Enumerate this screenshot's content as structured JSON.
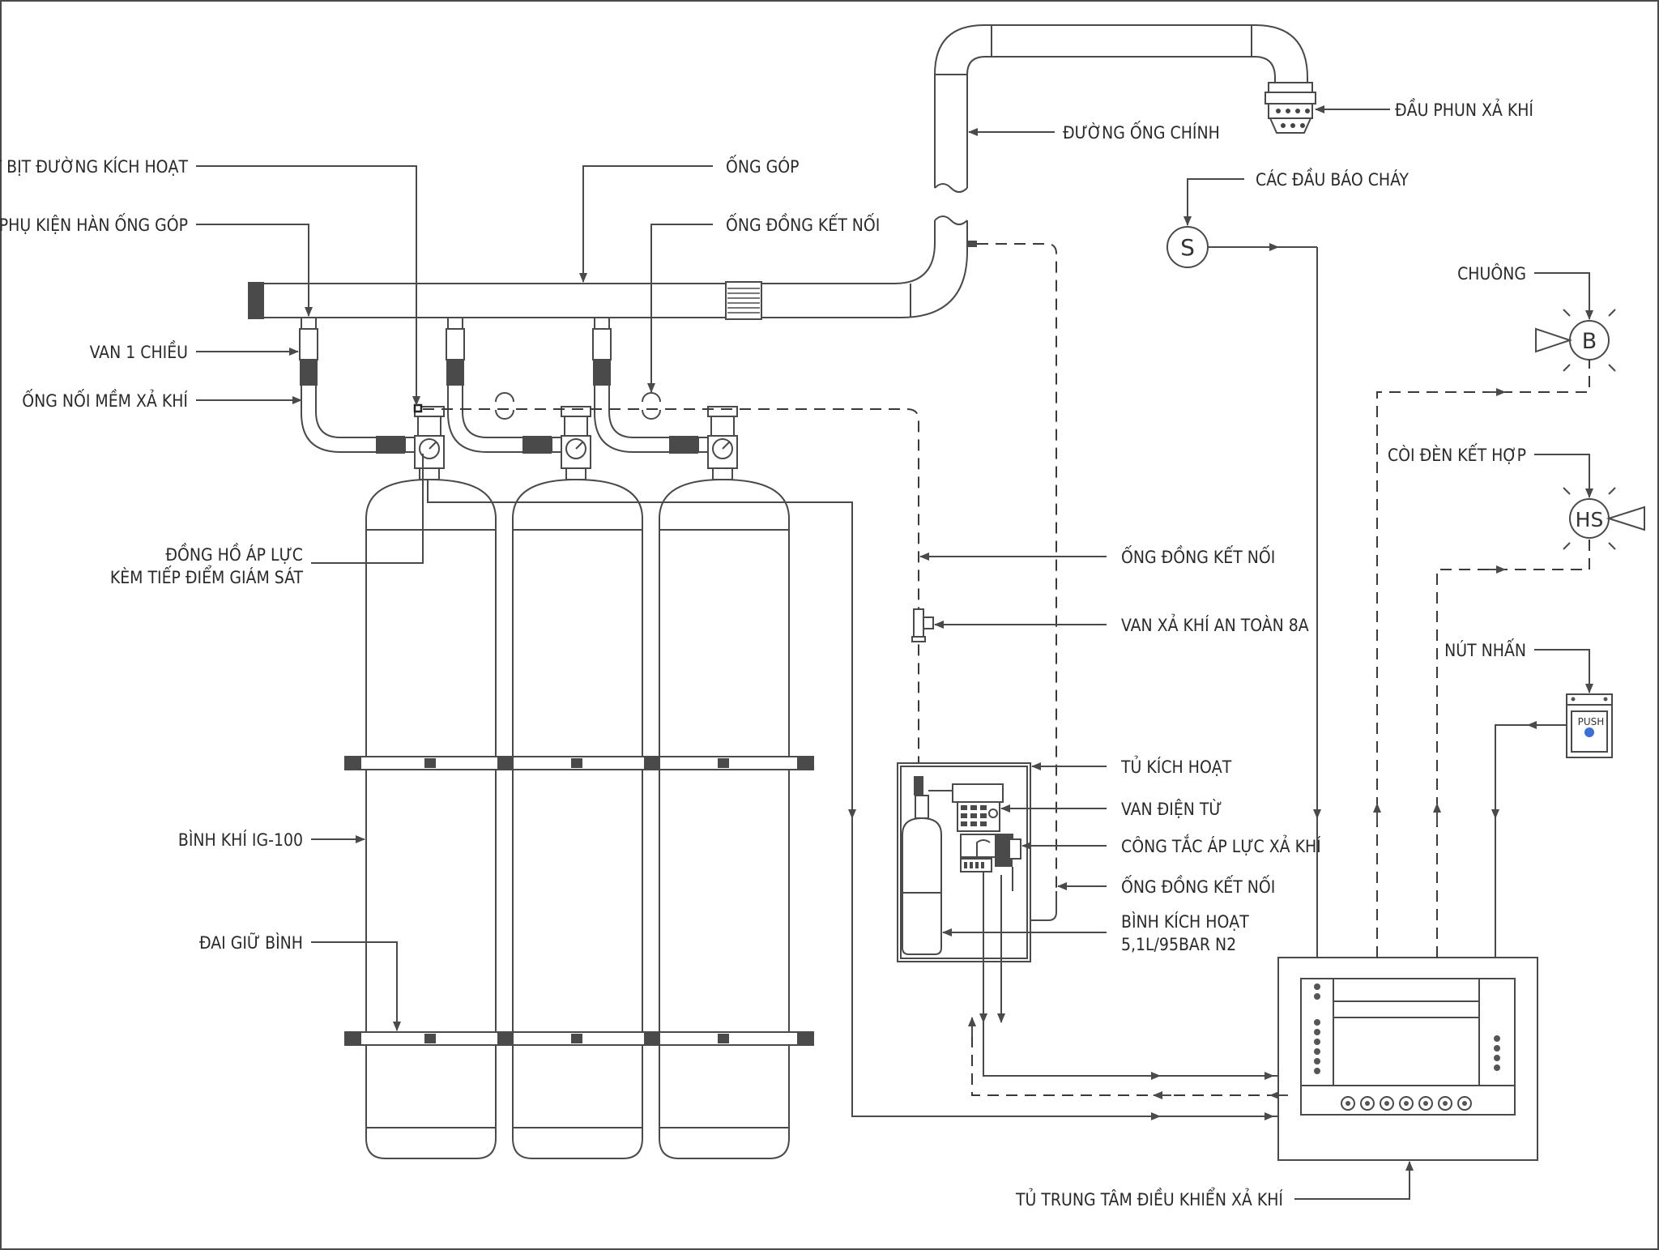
{
  "diagram": {
    "labels": {
      "nut_bit": "NÚT BỊT ĐƯỜNG KÍCH HOẠT",
      "phu_kien": "PHỤ KIỆN HÀN ỐNG GÓP",
      "van_1_chieu": "VAN 1 CHIỀU",
      "ong_noi_mem": "ỐNG NỐI MỀM XẢ KHÍ",
      "dong_ho_1": "ĐỒNG HỒ ÁP LỰC",
      "dong_ho_2": "KÈM TIẾP ĐIỂM GIÁM SÁT",
      "binh_khi": "BÌNH KHÍ IG-100",
      "dai_giu": "ĐAI GIỮ BÌNH",
      "ong_gop": "ỐNG GÓP",
      "ong_dong_top": "ỐNG ĐỒNG KẾT NỐI",
      "duong_ong": "ĐƯỜNG ỐNG CHÍNH",
      "dau_phun": "ĐẦU PHUN XẢ KHÍ",
      "dau_bao_chay": "CÁC ĐẦU BÁO CHÁY",
      "chuong": "CHUÔNG",
      "coi_den": "CÒI ĐÈN KẾT HỢP",
      "nut_nhan": "NÚT NHẤN",
      "ong_dong_mid": "ỐNG ĐỒNG KẾT NỐI",
      "van_xa": "VAN XẢ KHÍ AN TOÀN 8A",
      "tu_kich_hoat": "TỦ KÍCH HOẠT",
      "van_dien_tu": "VAN ĐIỆN TỪ",
      "cong_tac": "CÔNG TẮC ÁP LỰC XẢ KHÍ",
      "ong_dong_low": "ỐNG ĐỒNG KẾT NỐI",
      "binh_kich_1": "BÌNH KÍCH HOẠT",
      "binh_kich_2": "5,1L/95BAR N2",
      "tu_trung_tam": "TỦ TRUNG TÂM ĐIỀU KHIỂN XẢ KHÍ"
    },
    "symbols": {
      "smoke": "S",
      "bell": "B",
      "horn_strobe": "HS",
      "push": "PUSH"
    }
  }
}
